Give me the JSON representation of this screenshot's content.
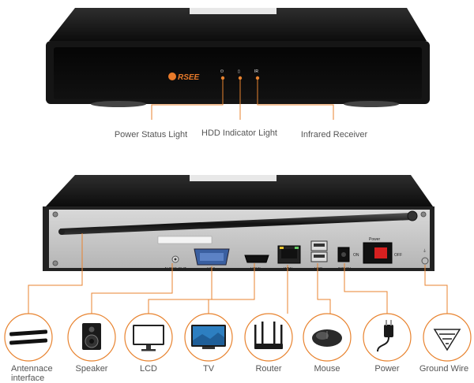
{
  "brand": "RSEE",
  "front": {
    "led_marks": [
      "⏻",
      "▯",
      "IR"
    ],
    "labels": {
      "power_status": "Power Status Light",
      "hdd_indicator": "HDD Indicator Light",
      "infrared": "Infrared Receiver"
    }
  },
  "rear": {
    "port_labels": {
      "audio_out": "AUDIO OUT",
      "vga": "VGA",
      "hdmi": "HDMI",
      "wan": "WAN",
      "usb": "USB",
      "dc": "DC12V",
      "power": "Power",
      "on": "ON",
      "off": "OFF"
    }
  },
  "devices": [
    {
      "icon": "antenna-icon",
      "label": "Antennace interface"
    },
    {
      "icon": "speaker-icon",
      "label": "Speaker"
    },
    {
      "icon": "monitor-icon",
      "label": "LCD"
    },
    {
      "icon": "tv-icon",
      "label": "TV"
    },
    {
      "icon": "router-icon",
      "label": "Router"
    },
    {
      "icon": "mouse-icon",
      "label": "Mouse"
    },
    {
      "icon": "power-adapter-icon",
      "label": "Power"
    },
    {
      "icon": "ground-icon",
      "label": "Ground Wire"
    }
  ],
  "colors": {
    "accent": "#e8832f",
    "device_body": "#1a1a1a",
    "panel": "#c9c9c9"
  }
}
